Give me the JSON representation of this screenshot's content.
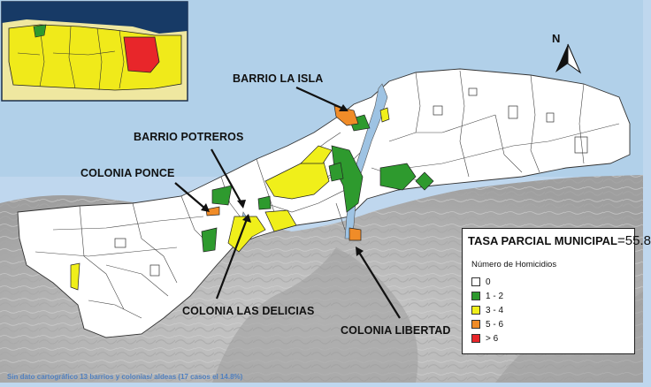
{
  "labels": {
    "barrio_la_isla": "BARRIO LA ISLA",
    "barrio_potreros": "BARRIO POTREROS",
    "colonia_ponce": "COLONIA PONCE",
    "colonia_las_delicias": "COLONIA LAS DELICIAS",
    "colonia_libertad": "COLONIA LIBERTAD"
  },
  "north_label": "N",
  "legend": {
    "title": "TASA PARCIAL MUNICIPAL",
    "equals": "=",
    "value": "55.8",
    "subtitle": "Número de Homicidios",
    "classes": [
      {
        "label": "0",
        "color": "#ffffff"
      },
      {
        "label": "1 - 2",
        "color": "#2e9a2e"
      },
      {
        "label": "3 - 4",
        "color": "#f0ef1a"
      },
      {
        "label": "5 - 6",
        "color": "#f08c28"
      },
      {
        "label": "> 6",
        "color": "#e8262a"
      }
    ]
  },
  "footnote": "Sin dato cartográfico 13 barrios y colonias/ aldeas (17 casos el 14.8%)",
  "colors": {
    "sea": "#bfd7ee",
    "terrain": "#b9b9b9",
    "zero": "#ffffff",
    "low": "#2e9a2e",
    "mid": "#f0ef1a",
    "high": "#f08c28",
    "top": "#e8262a",
    "inset_sea": "#173a66"
  }
}
